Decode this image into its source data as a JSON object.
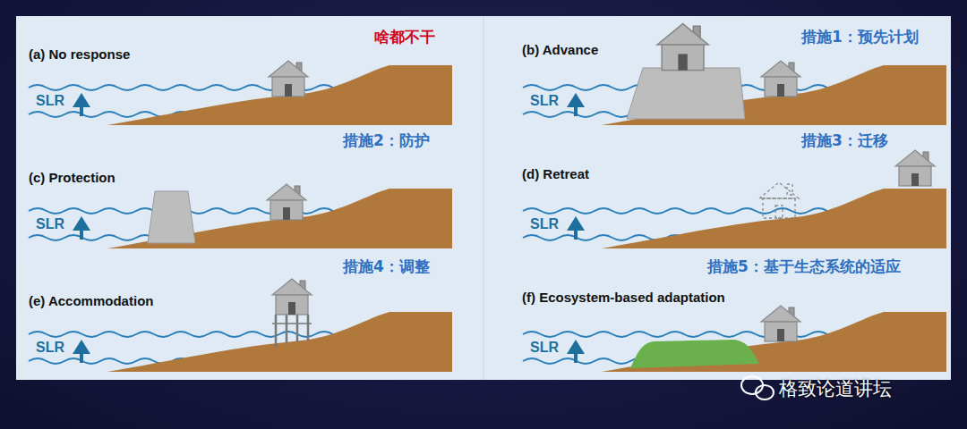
{
  "diagram": {
    "labels": [
      "(a) No response",
      "啥都不干",
      "SLR",
      "(b) Advance",
      "措施1：预先计划",
      "SLR",
      "措施2：防护",
      "(c) Protection",
      "SLR",
      "措施3：迁移",
      "(d) Retreat",
      "SLR",
      "措施4：调整",
      "(e) Accommodation",
      "SLR",
      "措施5：基于生态系统的适应",
      "(f) Ecosystem-based adaptation",
      "SLR",
      "格致论道讲坛"
    ]
  }
}
